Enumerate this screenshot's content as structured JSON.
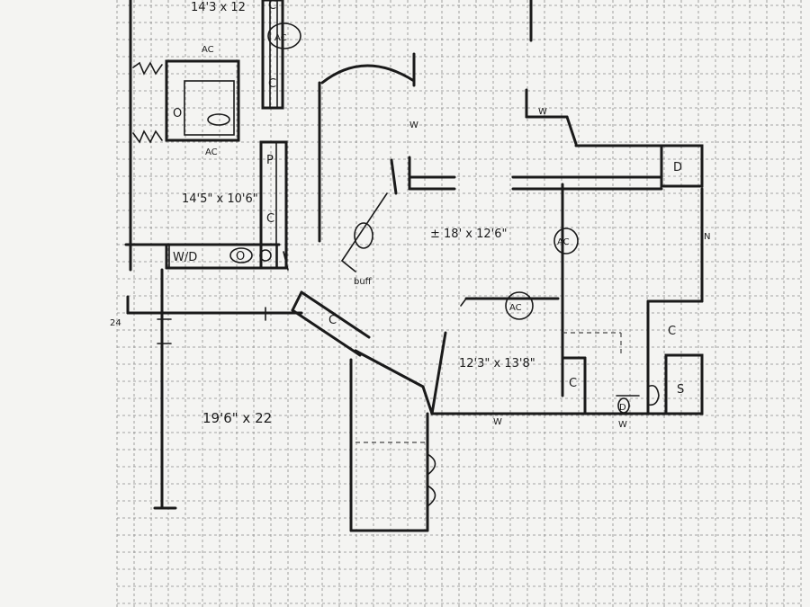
{
  "labels": {
    "room_master_size": "19'6\" x 22",
    "room_living_size": "± 18' x 12'6\"",
    "room_kitchen_size": "12'3\" x 13'8\"",
    "room_bed2_size": "14'5\" x 10'6\"",
    "room_top_size": "14'3 x 12",
    "wd": "W/D",
    "buffet": "buff",
    "cabinet": "C",
    "ac": "AC",
    "pantry": "P",
    "oven": "O",
    "burner": "D",
    "sink": "S",
    "dishwasher": "D",
    "window": "W",
    "north": "N",
    "door_number": "24"
  },
  "colors": {
    "ink": "#1a1a1a",
    "paper": "#f4f4f2",
    "grid": "#8a8a8a"
  }
}
